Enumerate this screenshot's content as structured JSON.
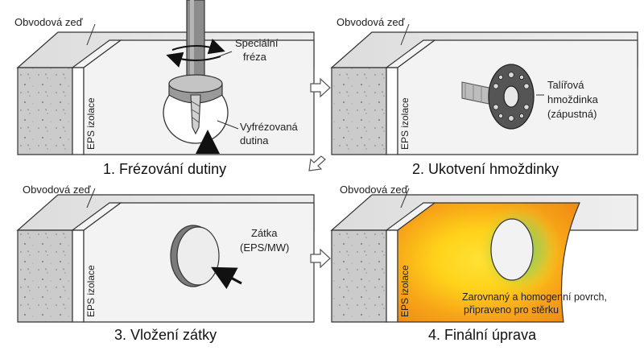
{
  "labels": {
    "wall": "Obvodová zeď",
    "eps": "EPS izolace"
  },
  "panels": [
    {
      "step_title": "1. Frézování dutiny",
      "callout_tool": [
        "Speciální",
        "fréza"
      ],
      "callout_cavity": [
        "Vyfrézovaná",
        "dutina"
      ]
    },
    {
      "step_title": "2. Ukotvení hmoždinky",
      "callout_anchor": [
        "Talířová",
        "hmoždinka",
        "(zápustná)"
      ]
    },
    {
      "step_title": "3. Vložení zátky",
      "callout_plug": [
        "Zátka",
        "(EPS/MW)"
      ]
    },
    {
      "step_title": "4. Finální úprava",
      "callout_finish": [
        "Zarovnaný a homogenní povrch,",
        "připraveno pro stěrku"
      ]
    }
  ],
  "colors": {
    "concrete": "#c9c9c9",
    "concrete_dark": "#9c9c9c",
    "eps": "#f3f3f3",
    "finish_yellow": "#ffd21a",
    "finish_orange": "#f08c14",
    "finish_green": "#46c86e"
  }
}
